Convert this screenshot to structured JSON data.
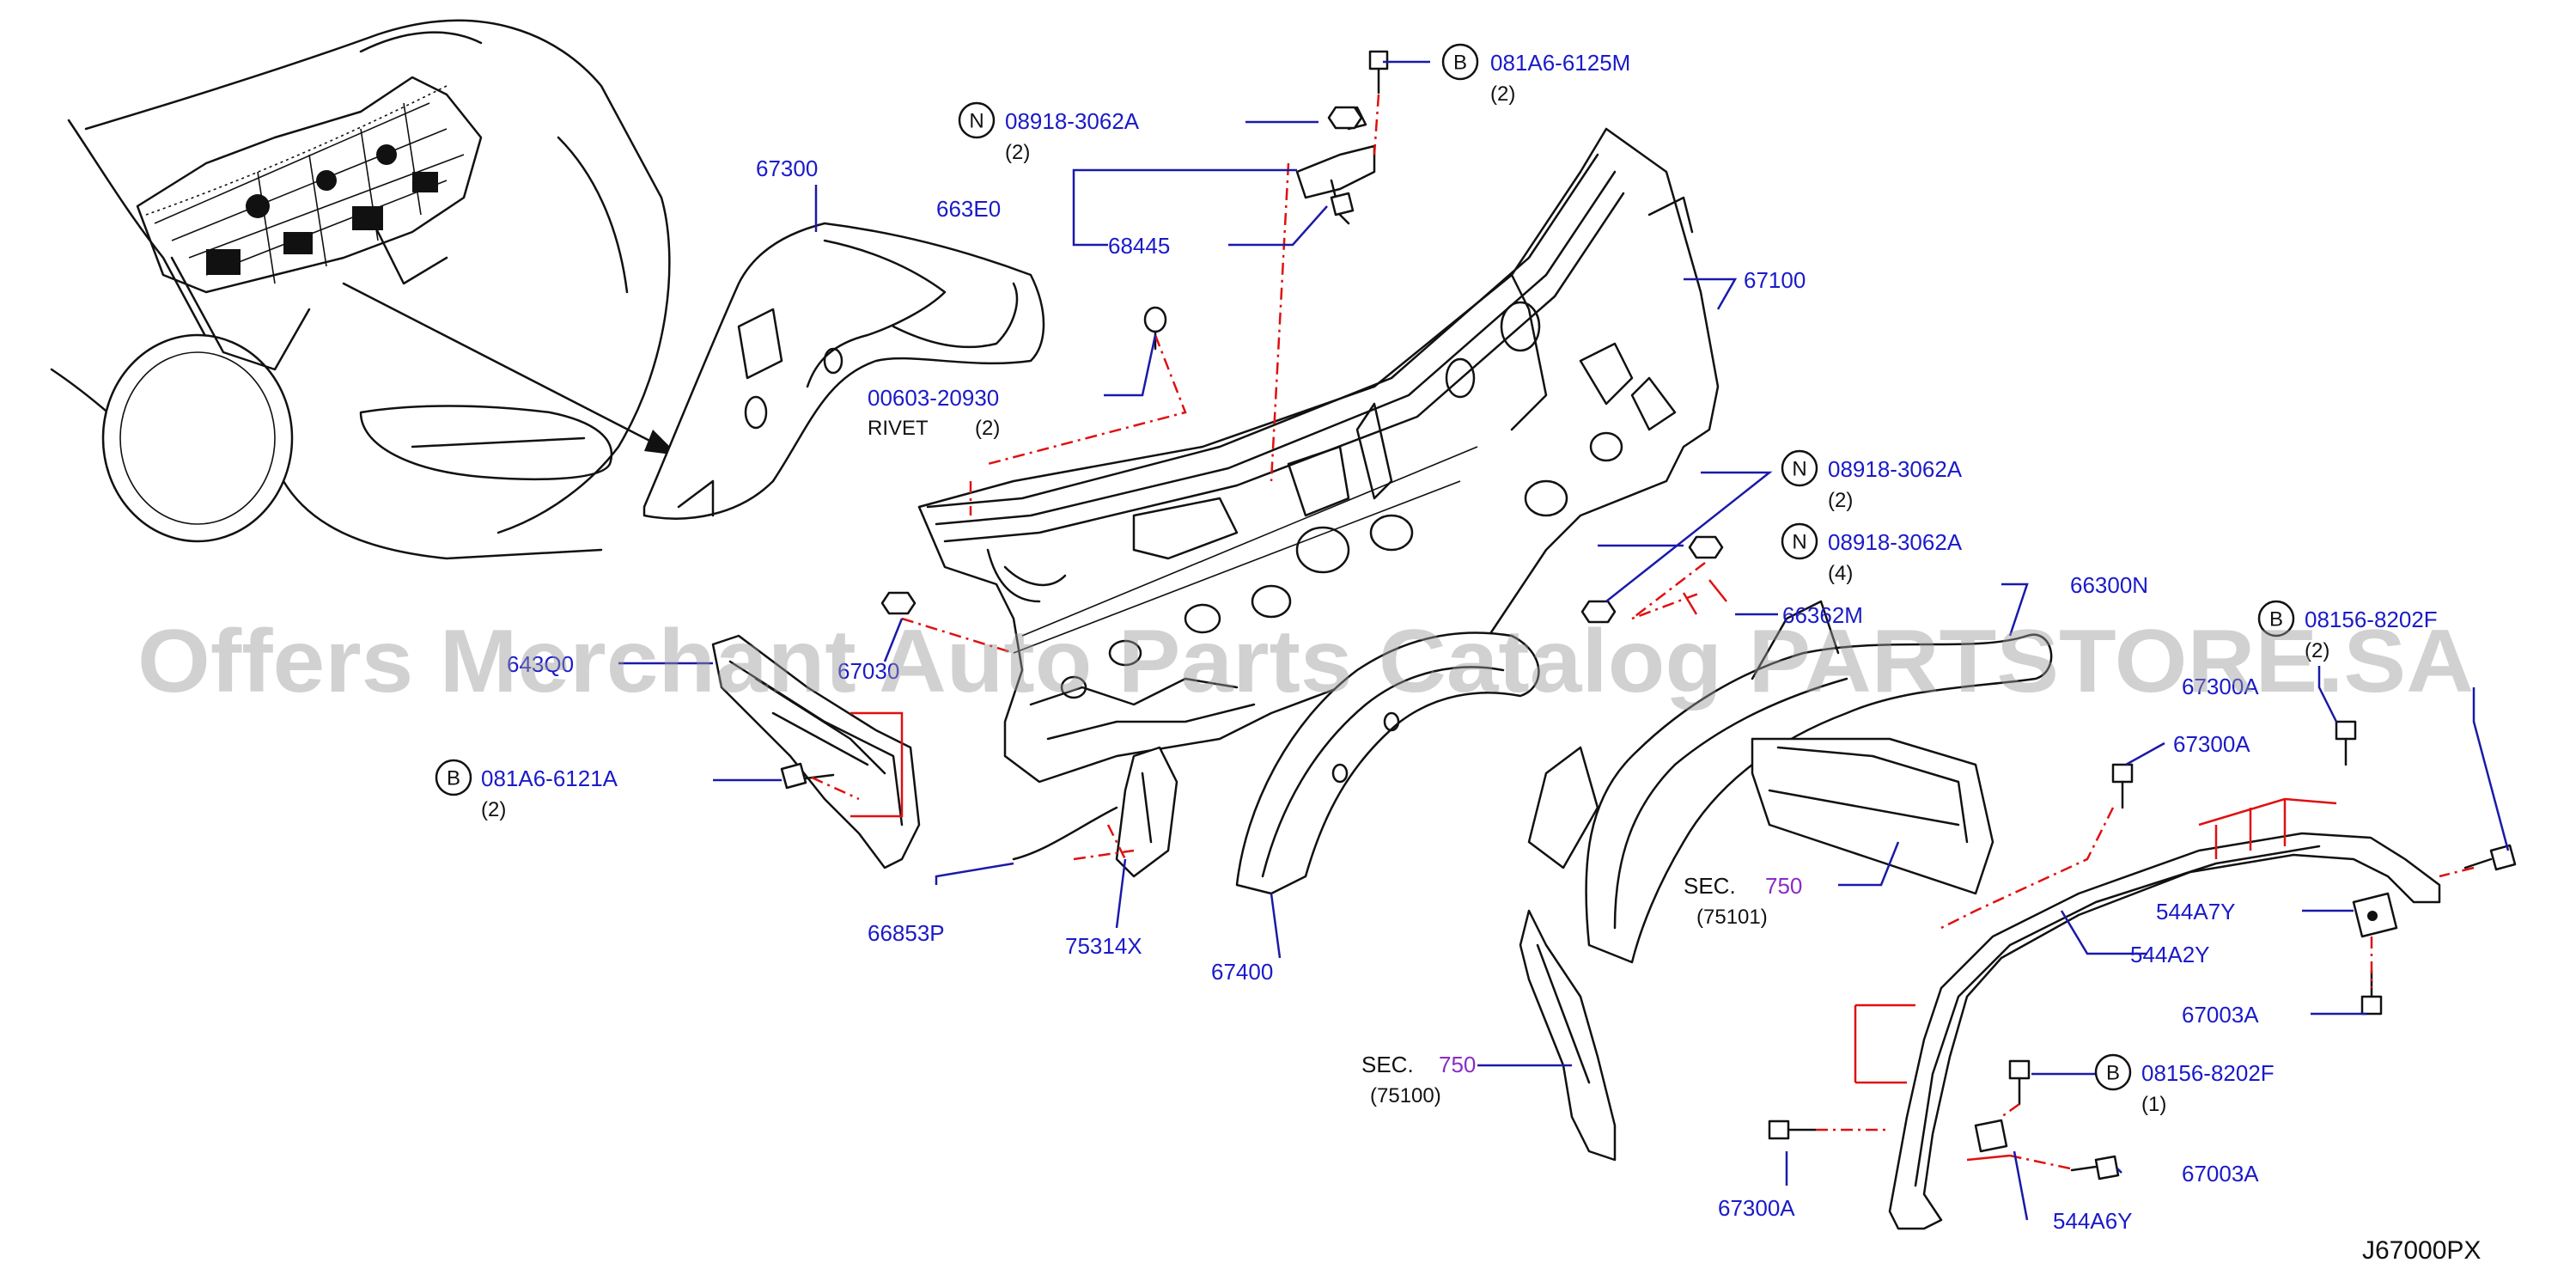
{
  "watermark": "Offers Merchant Auto Parts Catalog PARTSTORE.SA",
  "diagram_code": "J67000PX",
  "callouts": [
    {
      "id": "c67300top",
      "text": "67300"
    },
    {
      "id": "c663E0",
      "text": "663E0"
    },
    {
      "id": "c68445",
      "text": "68445"
    },
    {
      "id": "c67100",
      "text": "67100"
    },
    {
      "id": "c00603",
      "text": "00603-20930"
    },
    {
      "id": "c66362M",
      "text": "66362M"
    },
    {
      "id": "c66300N",
      "text": "66300N"
    },
    {
      "id": "c67300Aa",
      "text": "67300A"
    },
    {
      "id": "c67300Ab",
      "text": "67300A"
    },
    {
      "id": "c67300Ac",
      "text": "67300A"
    },
    {
      "id": "c544A7Y",
      "text": "544A7Y"
    },
    {
      "id": "c544A2Y",
      "text": "544A2Y"
    },
    {
      "id": "c67003Aa",
      "text": "67003A"
    },
    {
      "id": "c67003Ab",
      "text": "67003A"
    },
    {
      "id": "c544A6Y",
      "text": "544A6Y"
    },
    {
      "id": "c66853P",
      "text": "66853P"
    },
    {
      "id": "c75314X",
      "text": "75314X"
    },
    {
      "id": "c67400",
      "text": "67400"
    },
    {
      "id": "c67030",
      "text": "67030"
    },
    {
      "id": "c64300",
      "text": "643Q0"
    }
  ],
  "notes": [
    {
      "id": "n_rivet",
      "text": "RIVET"
    },
    {
      "id": "n_rivet_q",
      "text": "(2)"
    }
  ],
  "fasteners": [
    {
      "id": "f1",
      "badge": "B",
      "part": "081A6-6125M",
      "qty": "(2)"
    },
    {
      "id": "f2",
      "badge": "N",
      "part": "08918-3062A",
      "qty": "(2)"
    },
    {
      "id": "f3",
      "badge": "N",
      "part": "08918-3062A",
      "qty": "(2)"
    },
    {
      "id": "f4",
      "badge": "N",
      "part": "08918-3062A",
      "qty": "(4)"
    },
    {
      "id": "f5",
      "badge": "B",
      "part": "08156-8202F",
      "qty": "(2)"
    },
    {
      "id": "f6",
      "badge": "B",
      "part": "081A6-6121A",
      "qty": "(2)"
    },
    {
      "id": "f7",
      "badge": "B",
      "part": "08156-8202F",
      "qty": "(1)"
    }
  ],
  "sections": [
    {
      "id": "s1",
      "label": "SEC.",
      "num": "750",
      "sub": "(75101)"
    },
    {
      "id": "s2",
      "label": "SEC.",
      "num": "750",
      "sub": "(75100)"
    }
  ]
}
